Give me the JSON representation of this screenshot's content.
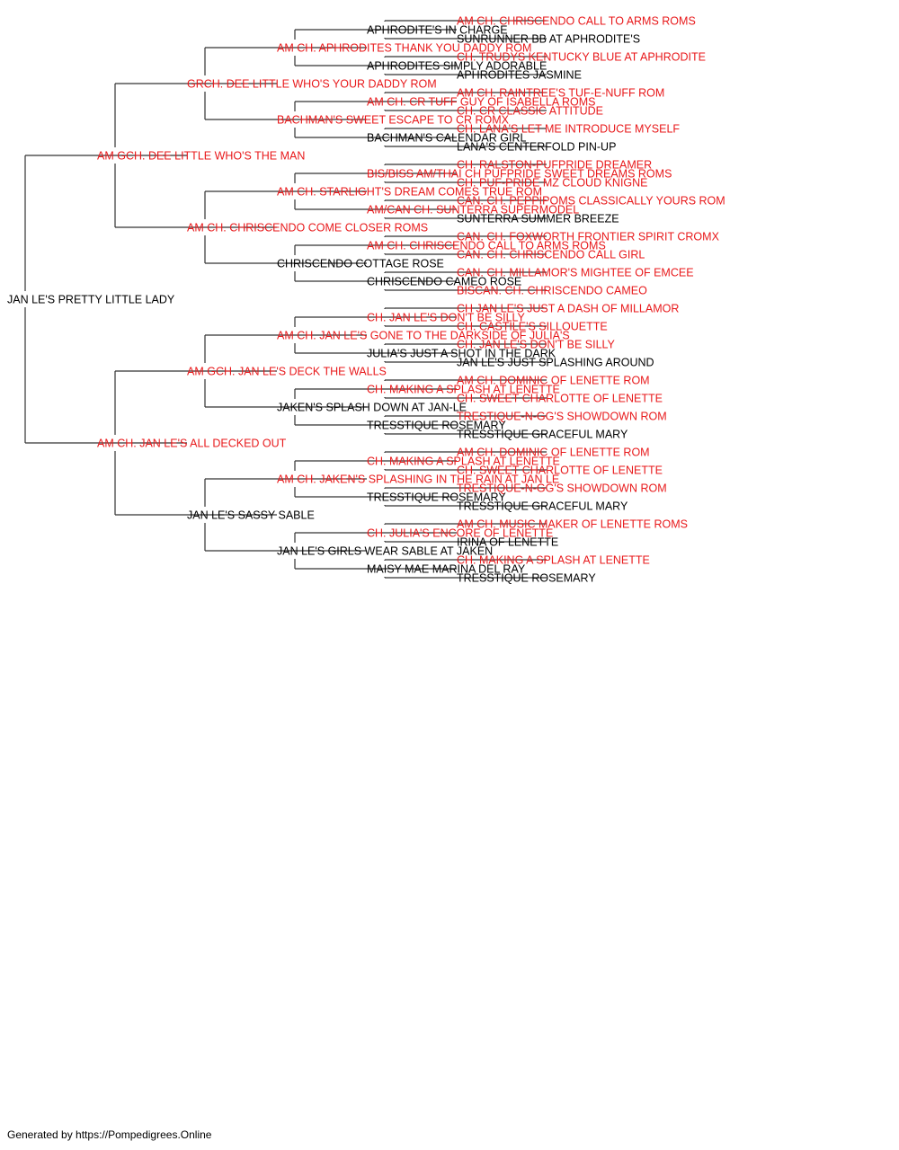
{
  "colors": {
    "champion": "#e8191b",
    "plain": "#000000",
    "line": "#333333"
  },
  "footer": "Generated by https://Pompedigrees.Online",
  "pedigree": {
    "name": "JAN LE'S PRETTY LITTLE LADY",
    "ch": false,
    "sire": {
      "name": "AM GCH. DEE LITTLE WHO'S THE MAN",
      "ch": true,
      "sire": {
        "name": "GRCH. DEE LITTLE WHO'S YOUR DADDY ROM",
        "ch": true,
        "sire": {
          "name": "AM CH. APHRODITES THANK YOU DADDY ROM",
          "ch": true,
          "sire": {
            "name": "APHRODITE'S IN CHARGE",
            "ch": false,
            "sire": {
              "name": "AM CH. CHRISCENDO CALL TO ARMS ROMS",
              "ch": true
            },
            "dam": {
              "name": "SUNRUNNER BB AT APHRODITE'S",
              "ch": false
            }
          },
          "dam": {
            "name": "APHRODITES SIMPLY ADORABLE",
            "ch": false,
            "sire": {
              "name": "CH. TRUDYS KENTUCKY BLUE AT APHRODITE",
              "ch": true
            },
            "dam": {
              "name": "APHRODITES JASMINE",
              "ch": false
            }
          }
        },
        "dam": {
          "name": "BACHMAN'S SWEET ESCAPE TO CR ROMX",
          "ch": true,
          "sire": {
            "name": "AM CH. CR TUFF GUY OF ISABELLA ROMS",
            "ch": true,
            "sire": {
              "name": "AM CH. RAINTREE'S TUF-E-NUFF ROM",
              "ch": true
            },
            "dam": {
              "name": "CH. CR CLASSIC ATTITUDE",
              "ch": true
            }
          },
          "dam": {
            "name": "BACHMAN'S CALENDAR GIRL",
            "ch": false,
            "sire": {
              "name": "CH. LANA'S LET ME INTRODUCE MYSELF",
              "ch": true
            },
            "dam": {
              "name": "LANA'S CENTERFOLD PIN-UP",
              "ch": false
            }
          }
        }
      },
      "dam": {
        "name": "AM CH. CHRISCENDO COME CLOSER ROMS",
        "ch": true,
        "sire": {
          "name": "AM CH. STARLIGHT'S DREAM COMES TRUE ROM",
          "ch": true,
          "sire": {
            "name": "BIS/BISS AM/THAI CH PUFPRIDE SWEET DREAMS ROMS",
            "ch": true,
            "sire": {
              "name": "CH. RALSTON-PUFPRIDE DREAMER",
              "ch": true
            },
            "dam": {
              "name": "CH. PUF-PRIDE MZ CLOUD KNIGNE",
              "ch": true
            }
          },
          "dam": {
            "name": "AM/CAN CH. SUNTERRA SUPERMODEL",
            "ch": true,
            "sire": {
              "name": "CAN. CH. PEPPIPOMS CLASSICALLY YOURS ROM",
              "ch": true
            },
            "dam": {
              "name": "SUNTERRA SUMMER BREEZE",
              "ch": false
            }
          }
        },
        "dam": {
          "name": "CHRISCENDO COTTAGE ROSE",
          "ch": false,
          "sire": {
            "name": "AM CH. CHRISCENDO CALL TO ARMS ROMS",
            "ch": true,
            "sire": {
              "name": "CAN. CH. FOXWORTH FRONTIER SPIRIT CROMX",
              "ch": true
            },
            "dam": {
              "name": "CAN. CH. CHRISCENDO CALL GIRL",
              "ch": true
            }
          },
          "dam": {
            "name": "CHRISCENDO CAMEO ROSE",
            "ch": false,
            "sire": {
              "name": "CAN. CH. MILLAMOR'S MIGHTEE OF EMCEE",
              "ch": true
            },
            "dam": {
              "name": "BISCAN. CH. CHRISCENDO CAMEO",
              "ch": true
            }
          }
        }
      }
    },
    "dam": {
      "name": "AM CH. JAN LE'S ALL DECKED OUT",
      "ch": true,
      "sire": {
        "name": "AM GCH. JAN LE'S DECK THE WALLS",
        "ch": true,
        "sire": {
          "name": "AM CH. JAN LE'S GONE TO THE DARKSIDE OF JULIA'S",
          "ch": true,
          "sire": {
            "name": "CH. JAN LE'S DON'T BE SILLY",
            "ch": true,
            "sire": {
              "name": "CH JAN LE'S JUST A DASH OF MILLAMOR",
              "ch": true
            },
            "dam": {
              "name": "CH. CASTILE'S SILLOUETTE",
              "ch": true
            }
          },
          "dam": {
            "name": "JULIA'S JUST A SHOT IN THE DARK",
            "ch": false,
            "sire": {
              "name": "CH. JAN LE'S DON'T BE SILLY",
              "ch": true
            },
            "dam": {
              "name": "JAN LE'S JUST SPLASHING AROUND",
              "ch": false
            }
          }
        },
        "dam": {
          "name": "JAKEN'S SPLASH DOWN AT JAN-LE",
          "ch": false,
          "sire": {
            "name": "CH. MAKING A SPLASH AT LENETTE",
            "ch": true,
            "sire": {
              "name": "AM CH. DOMINIC OF LENETTE ROM",
              "ch": true
            },
            "dam": {
              "name": "CH. SWEET CHARLOTTE OF LENETTE",
              "ch": true
            }
          },
          "dam": {
            "name": "TRESSTIQUE ROSEMARY",
            "ch": false,
            "sire": {
              "name": "TRESTIQUE-N-GG'S SHOWDOWN ROM",
              "ch": true
            },
            "dam": {
              "name": "TRESSTIQUE GRACEFUL MARY",
              "ch": false
            }
          }
        }
      },
      "dam": {
        "name": "JAN LE'S SASSY SABLE",
        "ch": false,
        "sire": {
          "name": "AM CH. JAKEN'S SPLASHING IN THE RAIN AT JAN LE",
          "ch": true,
          "sire": {
            "name": "CH. MAKING A SPLASH AT LENETTE",
            "ch": true,
            "sire": {
              "name": "AM CH. DOMINIC OF LENETTE ROM",
              "ch": true
            },
            "dam": {
              "name": "CH. SWEET CHARLOTTE OF LENETTE",
              "ch": true
            }
          },
          "dam": {
            "name": "TRESSTIQUE ROSEMARY",
            "ch": false,
            "sire": {
              "name": "TRESTIQUE-N-GG'S SHOWDOWN ROM",
              "ch": true
            },
            "dam": {
              "name": "TRESSTIQUE GRACEFUL MARY",
              "ch": false
            }
          }
        },
        "dam": {
          "name": "JAN LE'S GIRLS WEAR SABLE AT JAKEN",
          "ch": false,
          "sire": {
            "name": "CH. JULIA'S ENCORE OF LENETTE",
            "ch": true,
            "sire": {
              "name": "AM CH. MUSIC MAKER OF LENETTE ROMS",
              "ch": true
            },
            "dam": {
              "name": "IRINA OF LENETTE",
              "ch": false
            }
          },
          "dam": {
            "name": "MAISY MAE MARINA DEL RAY",
            "ch": false,
            "sire": {
              "name": "CH. MAKING A SPLASH AT LENETTE",
              "ch": true
            },
            "dam": {
              "name": "TRESSTIQUE ROSEMARY",
              "ch": false
            }
          }
        }
      }
    }
  }
}
